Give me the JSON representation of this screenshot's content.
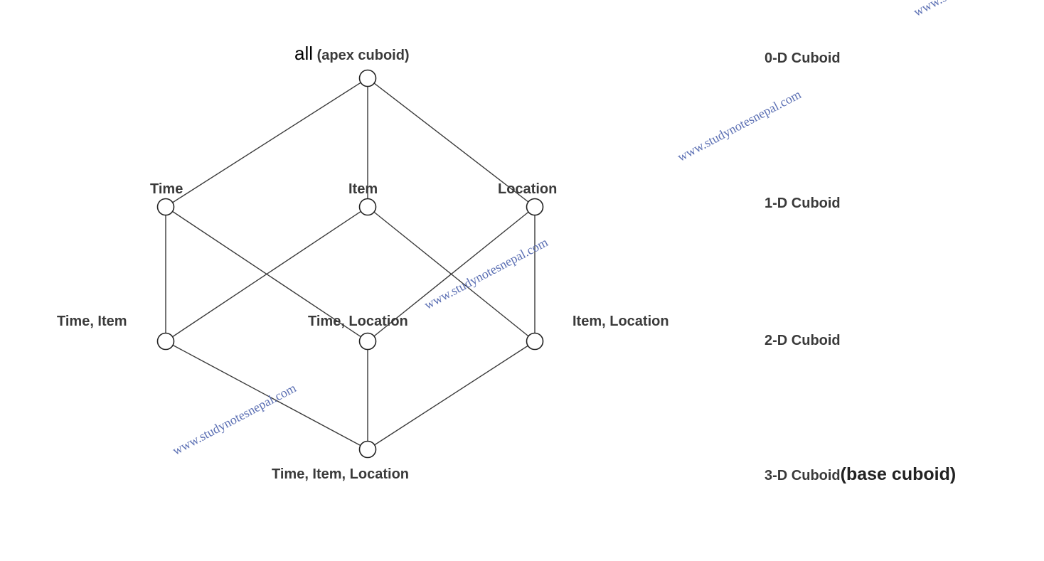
{
  "apex": {
    "name": "all",
    "suffix": "(apex cuboid)"
  },
  "nodes": {
    "time": "Time",
    "item": "Item",
    "location": "Location",
    "time_item": "Time, Item",
    "time_location": "Time, Location",
    "item_location": "Item, Location",
    "base": "Time, Item, Location"
  },
  "levels": {
    "d0": "0-D Cuboid",
    "d1": "1-D Cuboid",
    "d2": "2-D Cuboid",
    "d3": "3-D Cuboid",
    "d3_suffix": "(base cuboid)"
  },
  "watermark": "www.studynotesnepal.com",
  "colors": {
    "line": "#3a3a3a",
    "text": "#3a3a3a",
    "watermark": "#5b6fb3"
  }
}
